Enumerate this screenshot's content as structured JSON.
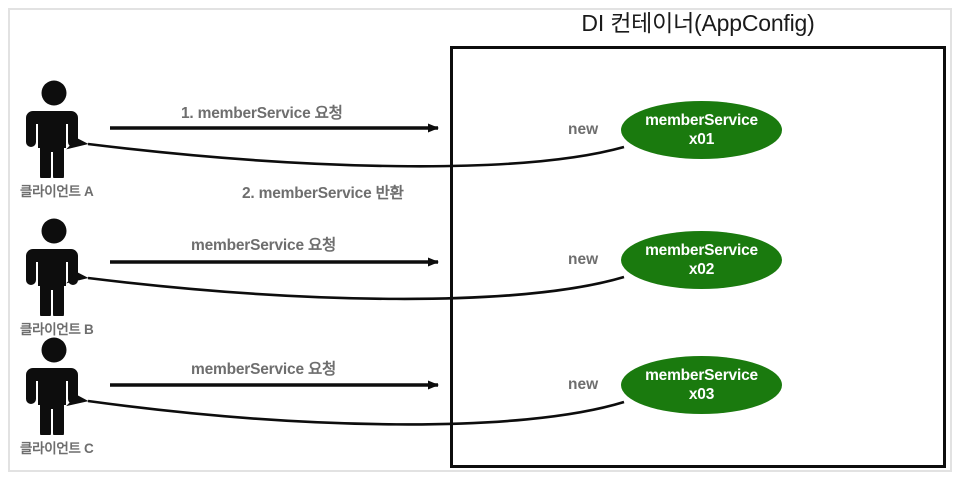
{
  "diagram": {
    "title": "DI 컨테이너(AppConfig)",
    "colors": {
      "bean_fill": "#1a7a0e",
      "bean_text": "#ffffff",
      "label_gray": "#6e6e6e",
      "stroke_black": "#0d0d0d",
      "outer_border": "#e2e2e2",
      "background": "#ffffff"
    },
    "clients": [
      {
        "label": "클라이언트 A",
        "request_label": "1. memberService 요청",
        "return_label": "2. memberService 반환",
        "new_label": "new",
        "bean_name": "memberService",
        "bean_instance": "x01"
      },
      {
        "label": "클라이언트 B",
        "request_label": "memberService 요청",
        "return_label": "",
        "new_label": "new",
        "bean_name": "memberService",
        "bean_instance": "x02"
      },
      {
        "label": "클라이언트 C",
        "request_label": "memberService 요청",
        "return_label": "",
        "new_label": "new",
        "bean_name": "memberService",
        "bean_instance": "x03"
      }
    ]
  }
}
